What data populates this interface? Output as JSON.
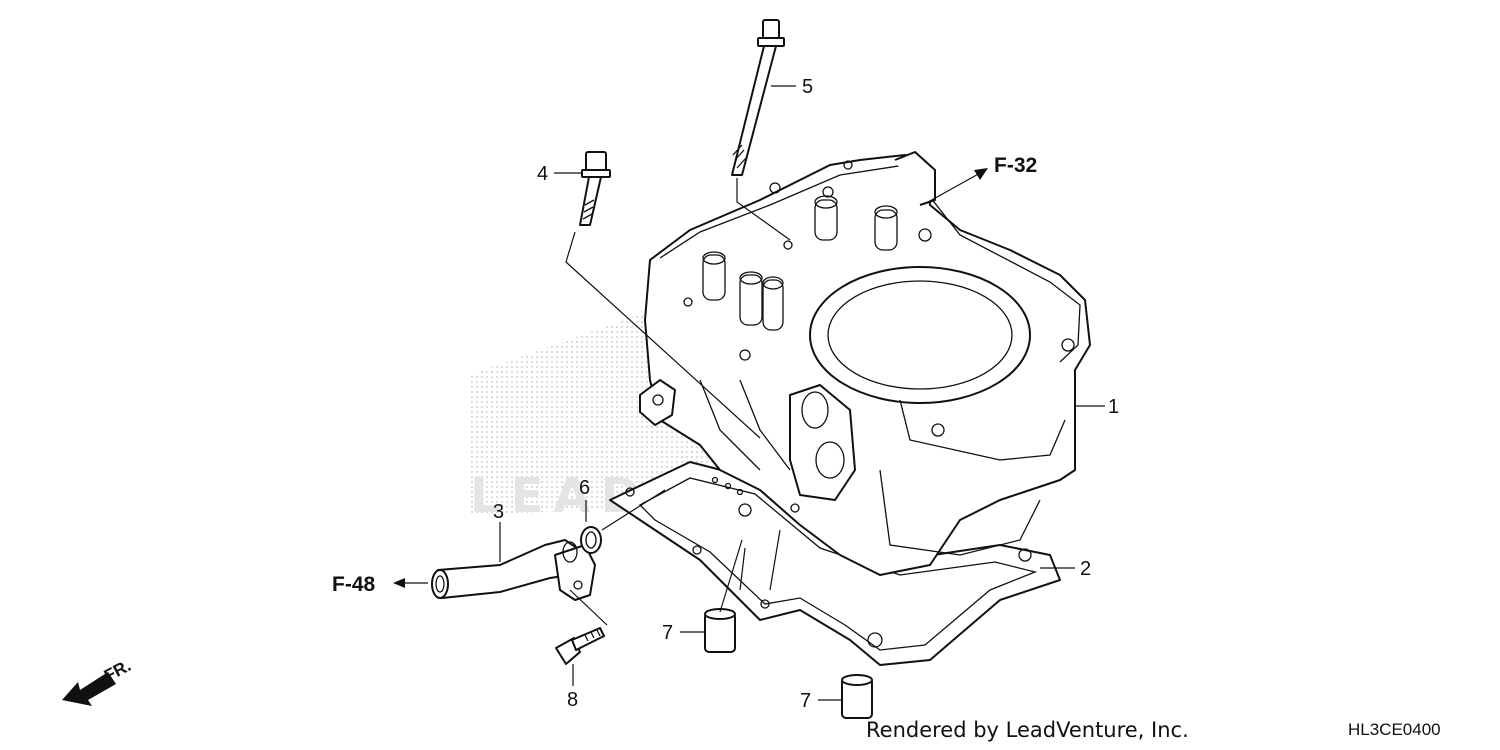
{
  "diagram": {
    "callouts": {
      "c1": "1",
      "c2": "2",
      "c3": "3",
      "c4": "4",
      "c5": "5",
      "c6": "6",
      "c7a": "7",
      "c7b": "7",
      "c8": "8"
    },
    "references": {
      "f32": "F-32",
      "f48": "F-48"
    },
    "direction_label": "FR.",
    "watermark_text": "LEADVENTURE"
  },
  "footer": {
    "credit": "Rendered by LeadVenture, Inc.",
    "diagram_code": "HL3CE0400"
  }
}
